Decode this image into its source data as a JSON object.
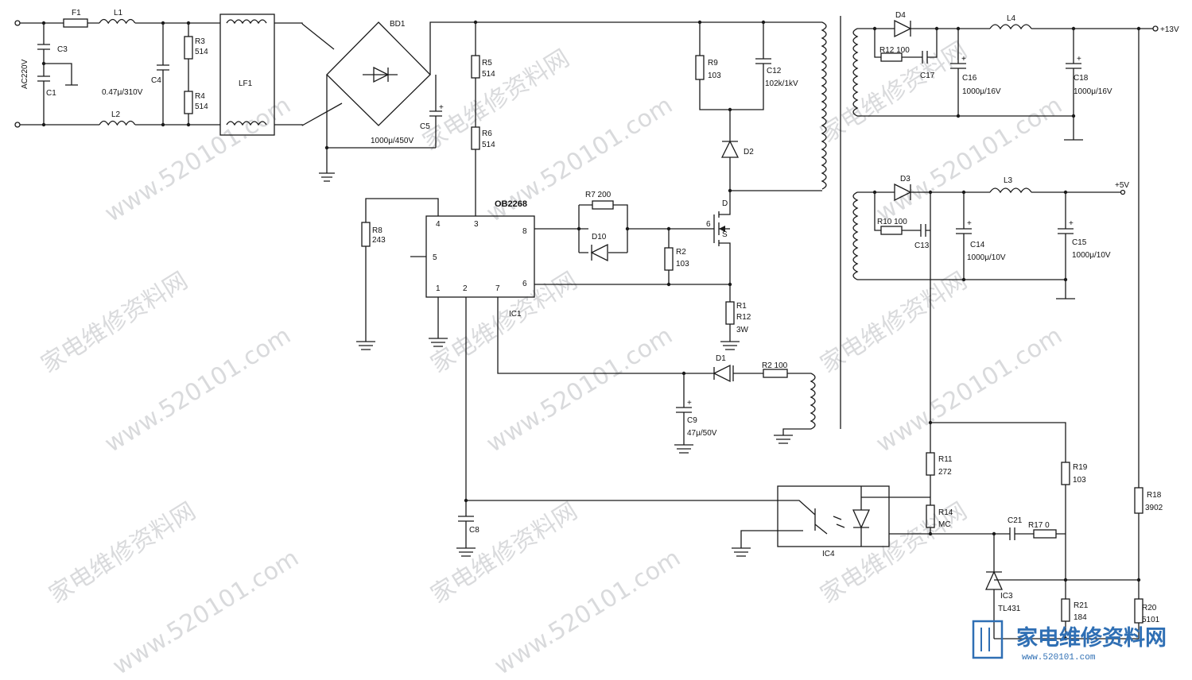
{
  "labels": {
    "ac": "AC220V",
    "f1": "F1",
    "l1": "L1",
    "l2": "L2",
    "c3": "C3",
    "c1": "C1",
    "c4": "C4",
    "c4v": "0.47μ/310V",
    "r3": "R3",
    "r3v": "514",
    "r4": "R4",
    "r4v": "514",
    "lf1": "LF1",
    "bd1": "BD1",
    "c5": "C5",
    "c5v": "1000μ/450V",
    "r5": "R5",
    "r5v": "514",
    "r6": "R6",
    "r6v": "514",
    "r8": "R8",
    "r8v": "243",
    "ic1": "IC1",
    "ic1part": "OB2268",
    "p4": "4",
    "p3": "3",
    "p8": "8",
    "p5": "5",
    "p1": "1",
    "p2": "2",
    "p7": "7",
    "p6": "6",
    "r7": "R7 200",
    "d10": "D10",
    "r2": "R2",
    "r2v": "103",
    "q6": "6",
    "qd": "D",
    "qs": "S",
    "r9": "R9",
    "r9v": "103",
    "c12": "C12",
    "c12v": "102k/1kV",
    "d2": "D2",
    "r1": "R1",
    "r1v": "R12",
    "r1w": "3W",
    "d1": "D1",
    "r2b": "R2  100",
    "c9": "C9",
    "c9v": "47μ/50V",
    "c8": "C8",
    "d4": "D4",
    "r12": "R12  100",
    "c17": "C17",
    "l4": "L4",
    "c16": "C16",
    "c16v": "1000μ/16V",
    "c18": "C18",
    "c18v": "1000μ/16V",
    "out13": "+13V",
    "d3": "D3",
    "r10": "R10  100",
    "c13": "C13",
    "l3": "L3",
    "c14": "C14",
    "c14v": "1000μ/10V",
    "c15": "C15",
    "c15v": "1000μ/10V",
    "out5": "+5V",
    "r11": "R11",
    "r11v": "272",
    "r14": "R14",
    "r14v": "MC",
    "ic4": "IC4",
    "c21": "C21",
    "r17": "R17  0",
    "r19": "R19",
    "r19v": "103",
    "r18": "R18",
    "r18v": "3902",
    "ic3": "IC3",
    "ic3v": "TL431",
    "r21": "R21",
    "r21v": "184",
    "r20": "R20",
    "r20v": "5101"
  },
  "watermark": {
    "url_text": "www.520101.com",
    "cn_text": "家电维修资料网"
  },
  "brand": {
    "name": "家电维修资料网",
    "site": "www.520101.com"
  }
}
